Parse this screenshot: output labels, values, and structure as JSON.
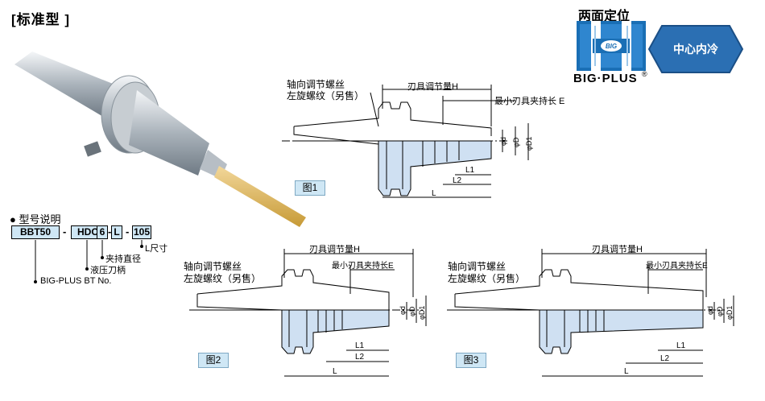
{
  "header": {
    "title": "[标准型 ]"
  },
  "logo": {
    "title": "两面定位",
    "emblem_text": "BIG",
    "name": "BIG·PLUS",
    "registered": "®"
  },
  "badge": {
    "label": "中心内冷"
  },
  "model": {
    "heading": "● 型号说明",
    "codes": [
      "BBT50",
      "HDC",
      "6",
      "L",
      "105"
    ],
    "separators": [
      "-",
      "-",
      "-"
    ],
    "callouts": [
      "L尺寸",
      "夹持直径",
      "液压刀柄",
      "BIG-PLUS BT No."
    ]
  },
  "figures": [
    {
      "label": "图1",
      "notes": [
        "轴向调节螺丝",
        "左旋螺纹（另售）"
      ],
      "dims": {
        "H": "刃具调节量H",
        "E": "最小刃具夹持长 E",
        "d": "φd",
        "D": "φD",
        "D1": "φD1",
        "L1": "L1",
        "L2": "L2",
        "L": "L"
      }
    },
    {
      "label": "图2",
      "notes": [
        "轴向调节螺丝",
        "左旋螺纹（另售）"
      ],
      "dims": {
        "H": "刃具调节量H",
        "E": "最小刃具夹持长E",
        "d": "φd",
        "D": "φD",
        "D1": "φD1",
        "L1": "L1",
        "L2": "L2",
        "L": "L"
      }
    },
    {
      "label": "图3",
      "notes": [
        "轴向调节螺丝",
        "左旋螺纹（另售）"
      ],
      "dims": {
        "H": "刃具调节量H",
        "E": "最小刃具夹持长E",
        "d": "φd",
        "D": "φD",
        "D1": "φD1",
        "L1": "L1",
        "L2": "L2",
        "L": "L"
      }
    }
  ],
  "colors": {
    "accent": "#1a6fb5",
    "section_fill": "#cfe0f2",
    "badge": "#2b6fb3"
  }
}
